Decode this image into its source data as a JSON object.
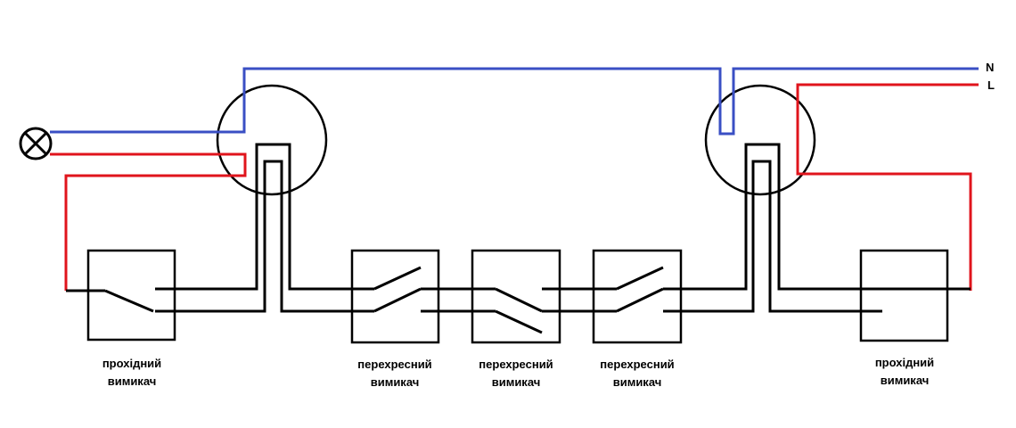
{
  "colors": {
    "neutral": "#3a4fc4",
    "line": "#e0141c",
    "black": "#000000"
  },
  "terminals": {
    "n_label": "N",
    "l_label": "L"
  },
  "lamp": {
    "icon": "lamp-icon"
  },
  "switches": [
    {
      "kind": "passthrough",
      "label_line1": "прохідний",
      "label_line2": "вимикач"
    },
    {
      "kind": "cross",
      "label_line1": "перехресний",
      "label_line2": "вимикач"
    },
    {
      "kind": "cross",
      "label_line1": "перехресний",
      "label_line2": "вимикач"
    },
    {
      "kind": "cross",
      "label_line1": "перехресний",
      "label_line2": "вимикач"
    },
    {
      "kind": "passthrough",
      "label_line1": "прохідний",
      "label_line2": "вимикач"
    }
  ]
}
